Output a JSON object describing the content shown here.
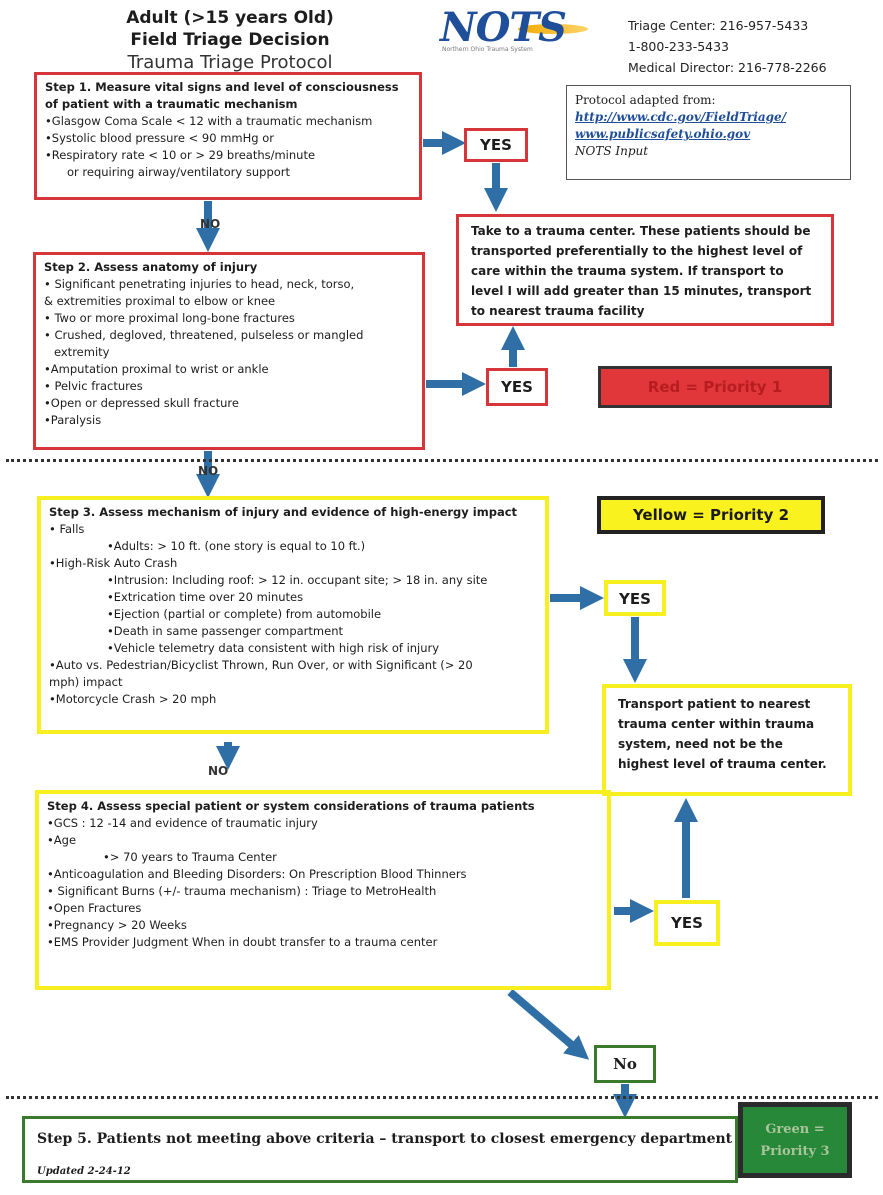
{
  "header": {
    "title_line1": "Adult (>15 years Old)",
    "title_line2": "Field Triage Decision",
    "title_line3": "Trauma Triage Protocol",
    "logo_text": "NOTS",
    "logo_subtext": "Northern Ohio Trauma System",
    "contact": [
      "Triage Center: 216-957-5433",
      "1-800-233-5433",
      "Medical Director: 216-778-2266"
    ]
  },
  "adapted": {
    "label": "Protocol adapted from:",
    "link1": "http://www.cdc.gov/FieldTriage/",
    "link2": "www.publicsafety.ohio.gov",
    "note": "NOTS Input"
  },
  "step1": {
    "heading_line1": "Step 1.  Measure vital signs and level of consciousness",
    "heading_line2": "of patient with a traumatic mechanism",
    "items": [
      "•Glasgow Coma Scale < 12 with a traumatic mechanism",
      "•Systolic blood pressure < 90 mmHg or",
      "•Respiratory rate < 10 or > 29 breaths/minute"
    ],
    "item3_cont": "or requiring airway/ventilatory support"
  },
  "step2": {
    "heading": "Step 2.  Assess anatomy of injury",
    "items": [
      "• Significant penetrating injuries to head, neck, torso,",
      "& extremities proximal to elbow or knee",
      "• Two or more proximal long-bone fractures",
      "• Crushed, degloved, threatened, pulseless or mangled",
      "extremity",
      "•Amputation  proximal to wrist or ankle",
      "• Pelvic fractures",
      "•Open or depressed skull fracture",
      "•Paralysis"
    ]
  },
  "step3": {
    "heading": "Step 3.   Assess mechanism of injury and evidence of high-energy impact",
    "falls": "• Falls",
    "falls_sub": "•Adults: > 10 ft. (one story is equal to 10 ft.)",
    "auto": "•High-Risk Auto Crash",
    "auto_sub": [
      "•Intrusion: Including roof:  > 12 in. occupant site; > 18 in. any site",
      "•Extrication time over 20 minutes",
      "•Ejection (partial or complete) from automobile",
      "•Death in same passenger compartment",
      "•Vehicle telemetry data consistent with high risk of injury"
    ],
    "ped_line1": "•Auto vs. Pedestrian/Bicyclist Thrown, Run Over, or with Significant (> 20",
    "ped_line2": "mph) impact",
    "moto": "•Motorcycle Crash > 20 mph"
  },
  "step4": {
    "heading": "Step 4.  Assess special patient or system considerations of  trauma patients",
    "gcs": "•GCS : 12 -14 and evidence of traumatic injury",
    "age": "•Age",
    "age_sub": "•> 70 years  to Trauma Center",
    "items": [
      "•Anticoagulation and Bleeding Disorders: On Prescription Blood Thinners",
      "• Significant Burns (+/- trauma mechanism) : Triage to MetroHealth",
      "•Open Fractures",
      "•Pregnancy > 20 Weeks",
      "•EMS Provider Judgment    When in doubt transfer to a trauma center"
    ]
  },
  "step5": {
    "heading": "Step 5.  Patients not meeting above criteria – transport to closest emergency department",
    "updated": "Updated 2-24-12"
  },
  "outcome1": "Take to a trauma center. These patients should be transported preferentially to the highest level of care within the trauma system.  If transport to level I will add greater than 15 minutes, transport to nearest trauma facility",
  "outcome2": "Transport patient to nearest trauma center within trauma system, need not be the highest level of trauma center.",
  "labels": {
    "yes": "YES",
    "no": "NO",
    "no_final": "No"
  },
  "priority": {
    "red": "Red = Priority 1",
    "yellow": "Yellow = Priority 2",
    "green_line1": "Green =",
    "green_line2": "Priority 3"
  },
  "colors": {
    "red": "#d6353a",
    "yellow": "#f7ef20",
    "green": "#3a7a2d",
    "arrow": "#2f6fa6"
  }
}
